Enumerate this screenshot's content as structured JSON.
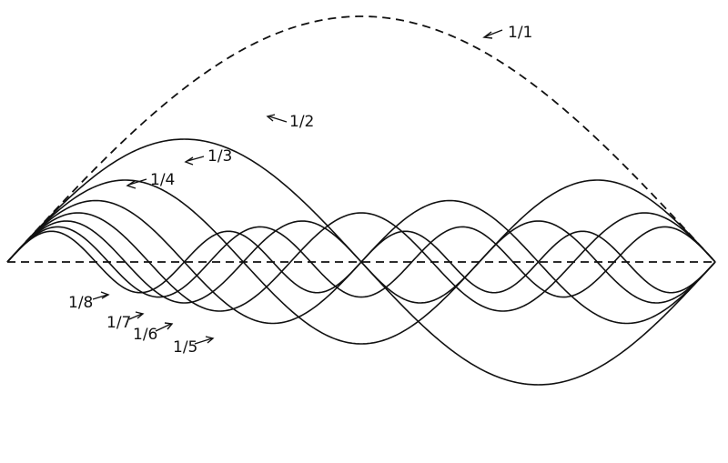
{
  "diagram": {
    "modes": [
      {
        "n": 1,
        "label": "1/1"
      },
      {
        "n": 2,
        "label": "1/2"
      },
      {
        "n": 3,
        "label": "1/3"
      },
      {
        "n": 4,
        "label": "1/4"
      },
      {
        "n": 5,
        "label": "1/5"
      },
      {
        "n": 6,
        "label": "1/6"
      },
      {
        "n": 7,
        "label": "1/7"
      },
      {
        "n": 8,
        "label": "1/8"
      }
    ]
  }
}
